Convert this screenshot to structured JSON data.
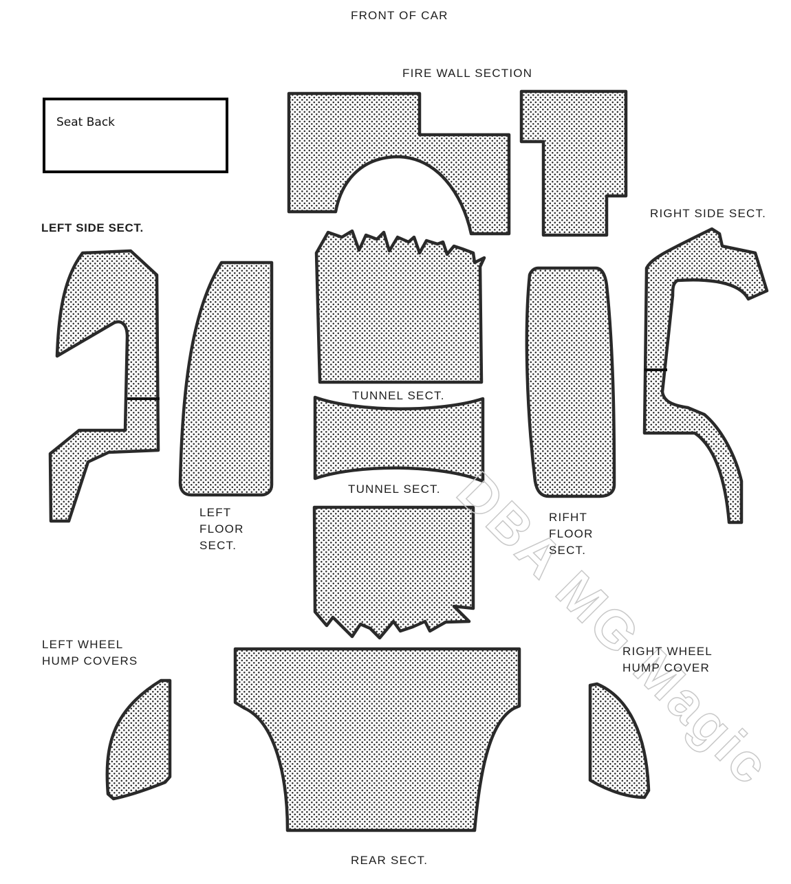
{
  "diagram": {
    "title": "FRONT OF CAR",
    "footer": "REAR SECT.",
    "seat_back": "Seat Back",
    "labels": {
      "fire_wall": "FIRE WALL SECTION",
      "left_side": "LEFT SIDE SECT.",
      "right_side": "RIGHT SIDE SECT.",
      "tunnel_upper": "TUNNEL SECT.",
      "tunnel_lower": "TUNNEL SECT.",
      "left_floor": "LEFT\nFLOOR\nSECT.",
      "right_floor": "RIFHT\nFLOOR\nSECT.",
      "left_wheel": "LEFT WHEEL\nHUMP COVERS",
      "right_wheel": "RIGHT WHEEL\nHUMP COVER"
    },
    "pieces": [
      "fire-wall-left",
      "fire-wall-right",
      "left-side",
      "left-floor",
      "tunnel-top",
      "tunnel-middle",
      "tunnel-bottom",
      "right-floor",
      "right-side",
      "left-wheel-hump",
      "right-wheel-hump",
      "rear"
    ],
    "colors": {
      "outline": "#2a2a2a",
      "dot": "#333333",
      "background": "#ffffff",
      "watermark": "#c8c8c8"
    },
    "watermark": "DBA MG Magic"
  }
}
